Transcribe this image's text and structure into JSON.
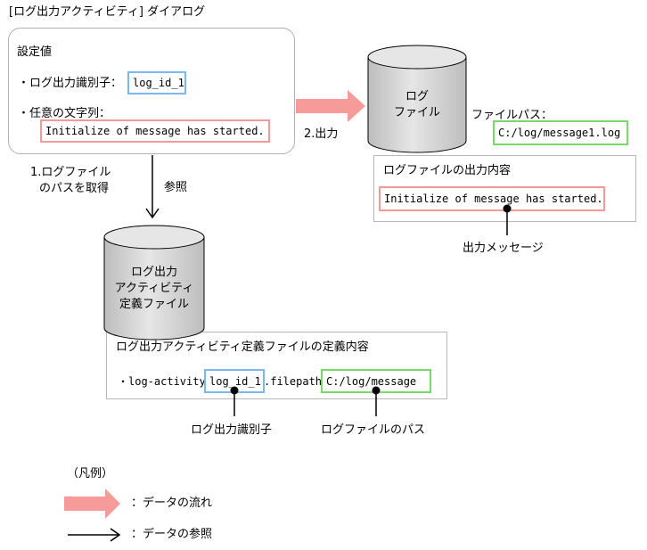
{
  "dialog_title": "[ログ出力アクティビティ] ダイアログ",
  "settings": {
    "heading": "設定値",
    "log_id_label": "・ログ出力識別子：",
    "log_id_value": "log_id_1",
    "string_label": "・任意の文字列：",
    "string_value": "Initialize of message has started."
  },
  "steps": {
    "step1": [
      "1.ログファイル",
      "のパスを取得"
    ],
    "refer": "参照",
    "step2": "2.出力"
  },
  "log_file": {
    "cylinder_label": [
      "ログ",
      "ファイル"
    ],
    "path_label": "ファイルパス：",
    "path_value": "C:/log/message1.log",
    "contents_heading": "ログファイルの出力内容",
    "contents_value": "Initialize of message has started.",
    "pointer_label": "出力メッセージ"
  },
  "definition": {
    "cylinder_label": [
      "ログ出力",
      "アクティビティ",
      "定義ファイル"
    ],
    "contents_heading": "ログ出力アクティビティ定義ファイルの定義内容",
    "line_prefix": "・log-activity.",
    "line_id": "log_id_1",
    "line_middle": ".filepath=",
    "line_path": "C:/log/message",
    "id_pointer_label": "ログ出力識別子",
    "path_pointer_label": "ログファイルのパス"
  },
  "legend": {
    "title": "（凡例）",
    "data_flow": "：データの流れ",
    "data_reference": "：データの参照"
  },
  "colors": {
    "flow_arrow": "#f79a9a",
    "cylinder_light": "#e6e6e6",
    "cylinder_dark": "#bdbdbd",
    "highlight_blue": "#7ab8ee",
    "highlight_red": "#f29a9a",
    "highlight_green": "#78d868"
  }
}
